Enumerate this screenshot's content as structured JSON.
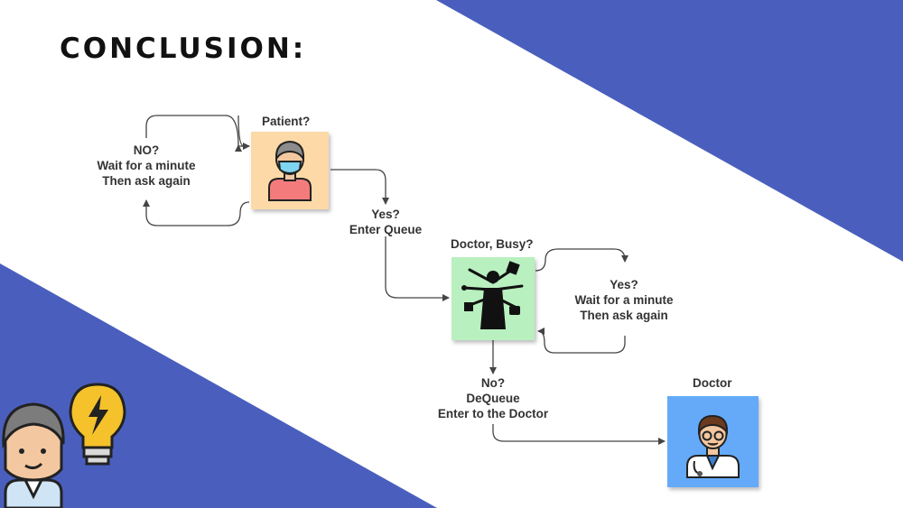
{
  "title": "CONCLUSION:",
  "colors": {
    "band": "#4a5fbd",
    "patient_card": "#fcd9a6",
    "doctor_busy_card": "#b8f0bf",
    "doctor_card": "#64aaf9"
  },
  "nodes": {
    "patient": {
      "label": "Patient?",
      "icon": "masked-patient-icon"
    },
    "doctor_busy": {
      "label": "Doctor, Busy?",
      "icon": "busy-doctor-icon"
    },
    "doctor": {
      "label": "Doctor",
      "icon": "doctor-icon"
    }
  },
  "edges": {
    "patient_no": [
      "NO?",
      "Wait for a minute",
      "Then ask again"
    ],
    "patient_yes": [
      "Yes?",
      "Enter Queue"
    ],
    "busy_yes": [
      "Yes?",
      "Wait for a minute",
      "Then ask again"
    ],
    "busy_no": [
      "No?",
      "DeQueue",
      "Enter to the Doctor"
    ]
  },
  "decor": [
    "person-icon",
    "lightbulb-icon"
  ]
}
